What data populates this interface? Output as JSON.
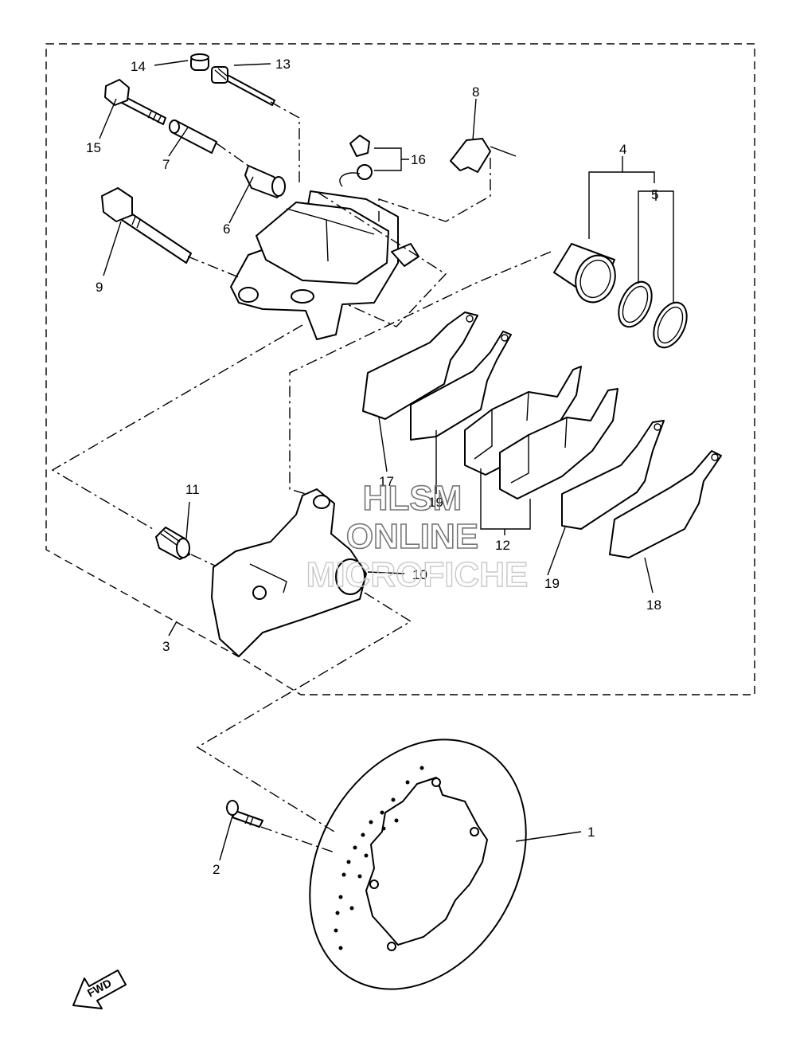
{
  "labels": {
    "p1": "1",
    "p2": "2",
    "p3": "3",
    "p4": "4",
    "p5": "5",
    "p6": "6",
    "p7": "7",
    "p8": "8",
    "p9": "9",
    "p10": "10",
    "p11": "11",
    "p12": "12",
    "p13": "13",
    "p14": "14",
    "p15": "15",
    "p16": "16",
    "p17": "17",
    "p18": "18",
    "p19a": "19",
    "p19b": "19"
  },
  "watermark": {
    "line1": "HLSM",
    "line2": "ONLINE",
    "line3": "MICROFICHE"
  },
  "fwd_arrow": {
    "text": "FWD"
  }
}
